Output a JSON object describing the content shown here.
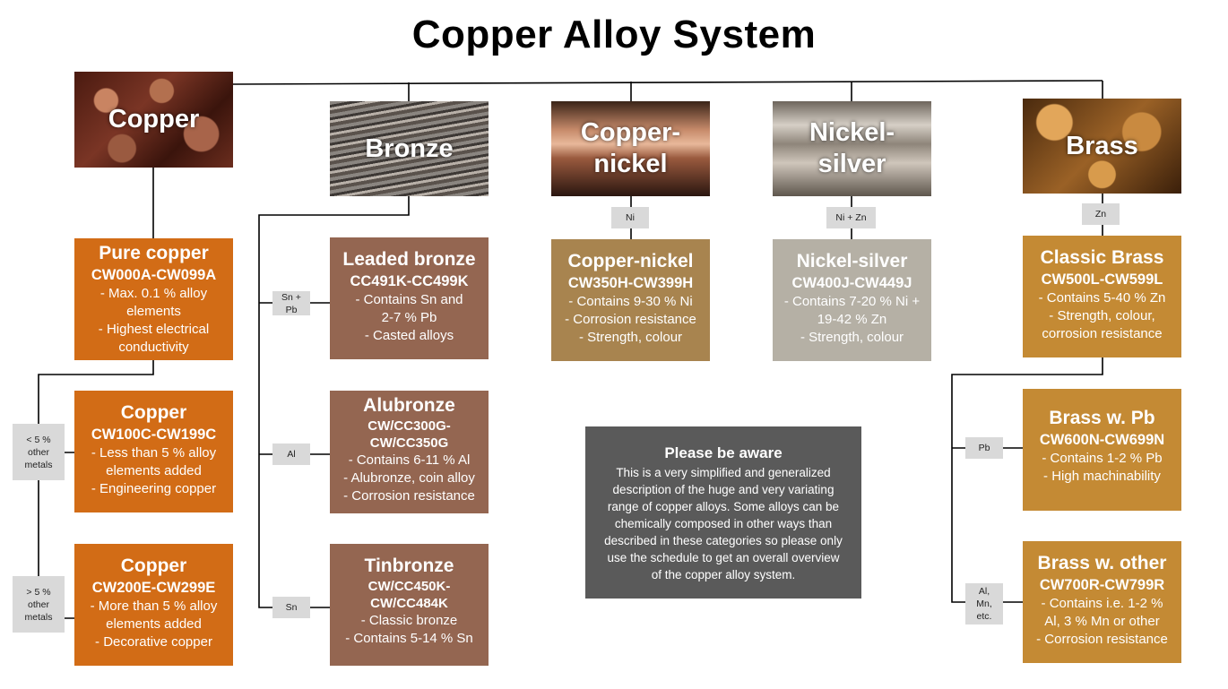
{
  "title": "Copper Alloy System",
  "groups": {
    "copper": "Copper",
    "bronze": "Bronze",
    "copper_nickel": "Copper-\nnickel",
    "nickel_silver": "Nickel-\nsilver",
    "brass": "Brass"
  },
  "tags": {
    "lt5": "< 5 %\nother\nmetals",
    "gt5": "> 5 %\nother\nmetals",
    "sn_pb": "Sn +\nPb",
    "al": "Al",
    "sn": "Sn",
    "ni": "Ni",
    "ni_zn": "Ni + Zn",
    "zn": "Zn",
    "pb": "Pb",
    "al_mn": "Al,\nMn,\netc."
  },
  "boxes": {
    "pure_copper": {
      "title": "Pure copper",
      "code": "CW000A-CW099A",
      "lines": [
        "- Max. 0.1 % alloy",
        "elements",
        "- Highest electrical",
        "conductivity"
      ]
    },
    "copper_low": {
      "title": "Copper",
      "code": "CW100C-CW199C",
      "lines": [
        "- Less than 5 % alloy",
        "elements added",
        "- Engineering copper"
      ]
    },
    "copper_high": {
      "title": "Copper",
      "code": "CW200E-CW299E",
      "lines": [
        "- More than 5 % alloy",
        "elements added",
        "- Decorative copper"
      ]
    },
    "leaded_bronze": {
      "title": "Leaded bronze",
      "code": "CC491K-CC499K",
      "lines": [
        "-   Contains Sn and",
        "2-7 % Pb",
        "-   Casted alloys"
      ]
    },
    "alubronze": {
      "title": "Alubronze",
      "code": "CW/CC300G-\nCW/CC350G",
      "lines": [
        "- Contains 6-11 % Al",
        "- Alubronze, coin alloy",
        "- Corrosion resistance"
      ]
    },
    "tinbronze": {
      "title": "Tinbronze",
      "code": "CW/CC450K-\nCW/CC484K",
      "lines": [
        "-   Classic bronze",
        "-   Contains 5-14 % Sn"
      ]
    },
    "copper_nickel": {
      "title": "Copper-nickel",
      "code": "CW350H-CW399H",
      "lines": [
        "- Contains 9-30 % Ni",
        "- Corrosion resistance",
        "- Strength, colour"
      ]
    },
    "nickel_silver": {
      "title": "Nickel-silver",
      "code": "CW400J-CW449J",
      "lines": [
        "- Contains 7-20 % Ni +",
        "19-42 % Zn",
        "- Strength, colour"
      ]
    },
    "classic_brass": {
      "title": "Classic Brass",
      "code": "CW500L-CW599L",
      "lines": [
        "- Contains 5-40 % Zn",
        "- Strength, colour,",
        "corrosion resistance"
      ]
    },
    "brass_pb": {
      "title": "Brass w. Pb",
      "code": "CW600N-CW699N",
      "lines": [
        "- Contains 1-2 % Pb",
        "- High machinability"
      ]
    },
    "brass_other": {
      "title": "Brass w. other",
      "code": "CW700R-CW799R",
      "lines": [
        "- Contains i.e. 1-2 %",
        "Al, 3 % Mn or other",
        "- Corrosion resistance"
      ]
    }
  },
  "notice": {
    "heading": "Please be aware",
    "lines": [
      "This is a very simplified and generalized",
      "description of the huge and very variating",
      "range of copper alloys. Some alloys can be",
      "chemically composed in other ways than",
      "described in these categories so please only",
      "use the schedule to get an overall overview",
      "of the copper alloy system."
    ]
  },
  "colors": {
    "copper_boxes": "#d26c16",
    "bronze_boxes": "#946651",
    "copper_nickel_box": "#a8844f",
    "nickel_silver_box": "#b5b0a5",
    "brass_boxes": "#c48a34",
    "notice_bg": "#5a5a5a",
    "tag_bg": "#d9d9d9"
  }
}
